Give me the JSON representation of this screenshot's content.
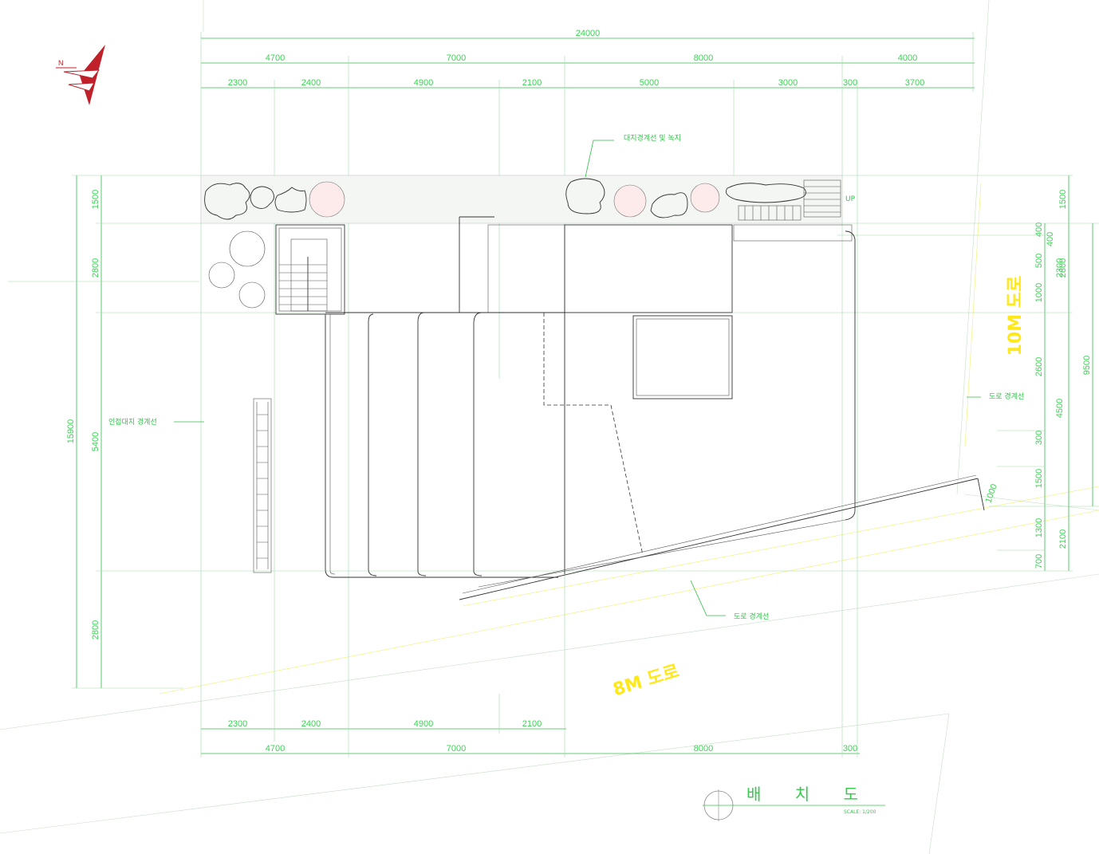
{
  "drawing": {
    "overall_width": "24000",
    "top_dims_row1": [
      "4700",
      "7000",
      "8000",
      "4000"
    ],
    "top_dims_row2": [
      "2300",
      "2400",
      "4900",
      "2100",
      "5000",
      "3000",
      "300",
      "3700"
    ],
    "bottom_dims_row1": [
      "2300",
      "2400",
      "4900",
      "2100"
    ],
    "bottom_dims_row2": [
      "4700",
      "7000",
      "8000",
      "300"
    ],
    "left_dims": [
      "1500",
      "2800",
      "5400",
      "2800"
    ],
    "left_total": "15900",
    "right_dims_outer": [
      "1500",
      "2800",
      "9500",
      "2100"
    ],
    "right_dims_inner": [
      "400",
      "400",
      "500",
      "1000",
      "2600",
      "300",
      "1500",
      "1300",
      "700"
    ],
    "right_dims_mid": [
      "2300",
      "4500"
    ],
    "diag_dim": "1000",
    "notes": {
      "top_label": "대지경계선 및 녹지",
      "left_label": "인접대지 경계선",
      "right_label": "도로 경계선",
      "bottom_label": "도로 경계선",
      "door_mark": "UP"
    },
    "roads": {
      "east": "10M 도로",
      "south": "8M 도로"
    },
    "title": "배 치 도",
    "scale": "SCALE: 1/200"
  },
  "logo": {
    "letter": "N",
    "color": "#c0202a"
  }
}
